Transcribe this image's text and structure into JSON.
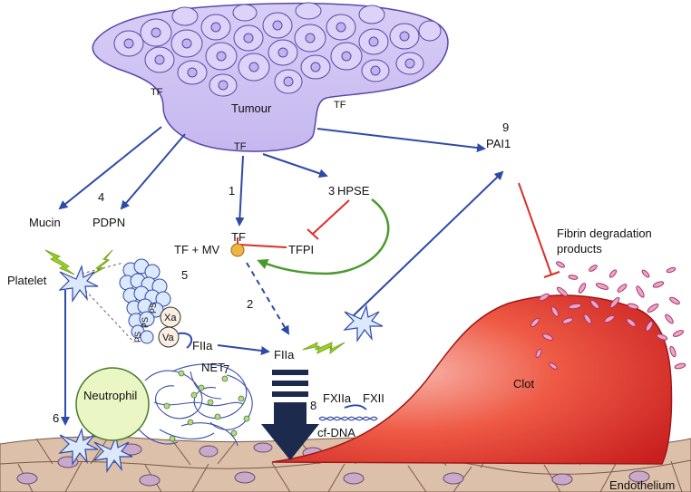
{
  "labels": {
    "tumour": "Tumour",
    "tf_left": "TF",
    "tf_right": "TF",
    "tf_bottom": "TF",
    "num1": "1",
    "num2": "2",
    "num3": "3",
    "num4": "4",
    "num5": "5",
    "num6": "6",
    "num7": "7",
    "num8": "8",
    "num9": "9",
    "hpse": "HPSE",
    "pai1": "PAI1",
    "mucin": "Mucin",
    "pdpn": "PDPN",
    "platelet": "Platelet",
    "tf_mv": "TF + MV",
    "tf_particle": "TF",
    "tfpi": "TFPI",
    "ps1": "PS",
    "ps2": "PS",
    "ps3": "PS",
    "xa": "Xa",
    "va": "Va",
    "fiia_small": "FIIa",
    "fiia_center": "FIIa",
    "net": "NET",
    "neutrophil": "Neutrophil",
    "fxiia": "FXIIa",
    "fxii": "FXII",
    "cfdna": "cf-DNA",
    "clot": "Clot",
    "fibrin_deg_1": "Fibrin degradation",
    "fibrin_deg_2": "products",
    "endothelium": "Endothelium"
  },
  "colors": {
    "tumour_fill": "#cfc3f2",
    "tumour_stroke": "#5b48a8",
    "arrow_blue": "#2e4aa8",
    "inhibit_red": "#d8302a",
    "activate_green": "#4a9a2e",
    "zigzag_green": "#9bd12a",
    "clot_red": "#e8332c",
    "neutrophil_fill": "#eaf6c4",
    "endothelium_fill": "#dcc0aa",
    "nucleus_fill": "#c9a9c9",
    "dark_arrow": "#1c2a4e",
    "net_blue": "#3c4fa8",
    "mv_orange": "#f2b441",
    "fragment_magenta": "#b0306a"
  }
}
